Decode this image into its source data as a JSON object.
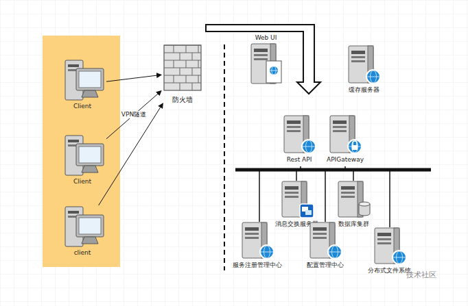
{
  "diagram": {
    "nodes": [
      {
        "text": [
          "Client"
        ]
      },
      {
        "text": [
          "Client"
        ]
      },
      {
        "text": [
          "client"
        ]
      },
      {
        "text": [
          "防火墙"
        ]
      },
      {
        "text": [
          "Web UI"
        ]
      },
      {
        "text": [
          "缓存服务器"
        ]
      },
      {
        "text": [
          "Rest API"
        ]
      },
      {
        "text": [
          "APIGateway"
        ]
      },
      {
        "text": [
          "消息交换服务器"
        ]
      },
      {
        "text": [
          "数据库集群"
        ]
      },
      {
        "text": [
          "服务注册管理中心"
        ]
      },
      {
        "text": [
          "配置管理中心"
        ]
      },
      {
        "text": [
          "分布式文件系统"
        ]
      }
    ],
    "edges": [
      {
        "from": 0,
        "to": 3,
        "arrow": "to"
      },
      {
        "from": 1,
        "to": 3,
        "label": "VPN隧道",
        "arrow": "to"
      },
      {
        "from": 2,
        "to": 3,
        "arrow": "to"
      }
    ],
    "labels": [
      "技术社区"
    ]
  }
}
